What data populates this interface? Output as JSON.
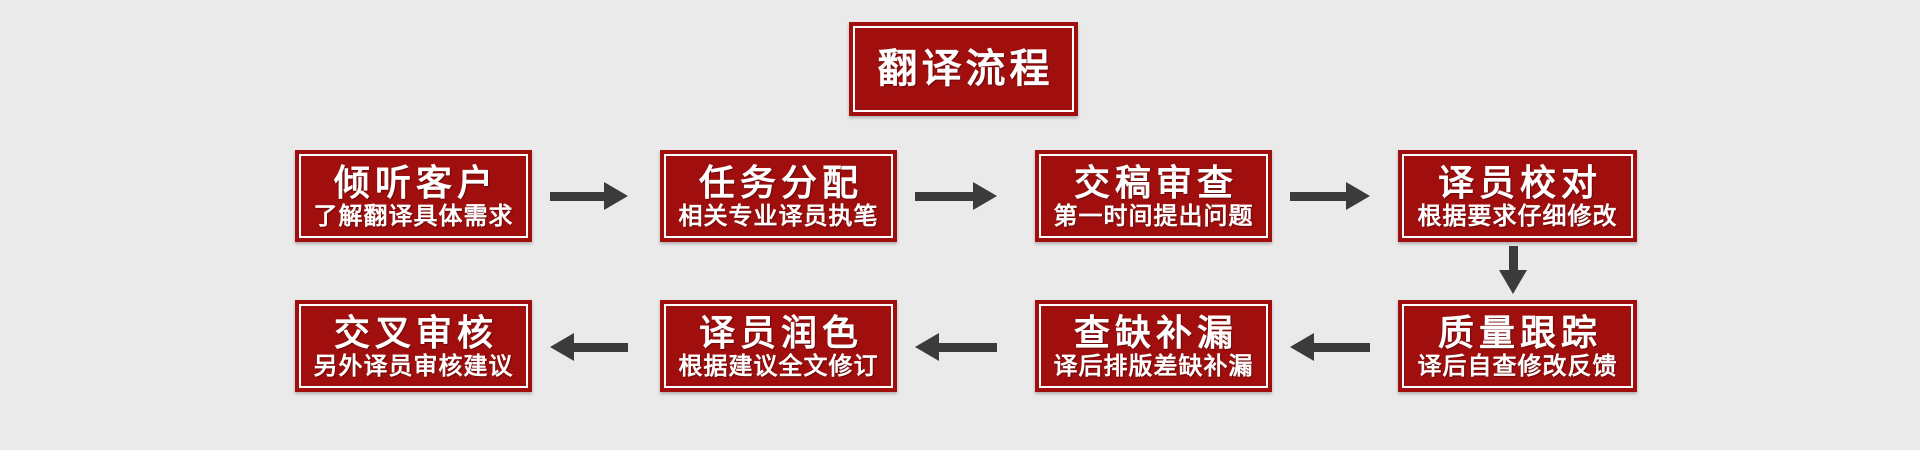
{
  "page": {
    "background_color": "#eaeaea",
    "box_color": "#a00e0e",
    "box_inner_border_color": "#ffffff",
    "text_color": "#ffffff",
    "arrow_color": "#3b3b3b"
  },
  "title": {
    "label": "翻译流程"
  },
  "flow": {
    "row1": [
      {
        "title": "倾听客户",
        "subtitle": "了解翻译具体需求"
      },
      {
        "title": "任务分配",
        "subtitle": "相关专业译员执笔"
      },
      {
        "title": "交稿审查",
        "subtitle": "第一时间提出问题"
      },
      {
        "title": "译员校对",
        "subtitle": "根据要求仔细修改"
      }
    ],
    "row2": [
      {
        "title": "交叉审核",
        "subtitle": "另外译员审核建议"
      },
      {
        "title": "译员润色",
        "subtitle": "根据建议全文修订"
      },
      {
        "title": "查缺补漏",
        "subtitle": "译后排版差缺补漏"
      },
      {
        "title": "质量跟踪",
        "subtitle": "译后自查修改反馈"
      }
    ]
  }
}
